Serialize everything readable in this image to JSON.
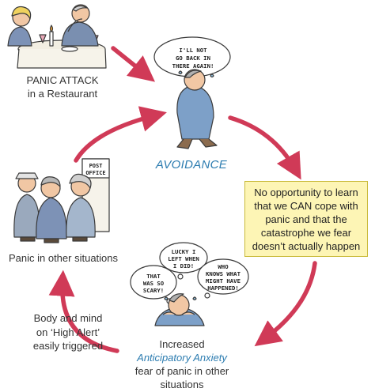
{
  "colors": {
    "arrow": "#d03a57",
    "accent_text": "#2c7cb0",
    "callout_fill": "#fdf5b5",
    "callout_border": "#c9ba3a"
  },
  "nodes": {
    "panic_attack": {
      "line1": "PANIC ATTACK",
      "line2": "in a Restaurant"
    },
    "avoidance": {
      "label": "AVOIDANCE"
    },
    "no_opportunity": {
      "text": "No opportunity to learn that we CAN cope with panic and that the catastrophe we fear doesn’t actually happen"
    },
    "increased_anxiety": {
      "line1": "Increased",
      "line2": "Anticipatory Anxiety",
      "line3": "fear of panic in other",
      "line4": "situations"
    },
    "high_alert": {
      "line1": "Body and mind",
      "line2": "on ‘High Alert’",
      "line3": "easily triggered"
    },
    "other_situations": {
      "label": "Panic in other situations"
    }
  },
  "speech_bubbles": {
    "avoidance_bubble": {
      "line1": "I'LL NOT",
      "line2": "GO BACK IN",
      "line3": "THERE AGAIN!"
    },
    "so_scary": {
      "line1": "THAT",
      "line2": "WAS SO",
      "line3": "SCARY!"
    },
    "lucky_left": {
      "line1": "LUCKY I",
      "line2": "LEFT WHEN",
      "line3": "I DID!"
    },
    "who_knows": {
      "line1": "WHO",
      "line2": "KNOWS WHAT",
      "line3": "MIGHT HAVE",
      "line4": "HAPPENED!"
    }
  },
  "signs": {
    "post_office": {
      "line1": "POST",
      "line2": "OFFICE"
    }
  },
  "icons": [
    "restaurant-scene-illustration",
    "anxious-person-illustration",
    "post-office-queue-illustration",
    "worried-person-illustration",
    "cycle-arrow-icon"
  ]
}
